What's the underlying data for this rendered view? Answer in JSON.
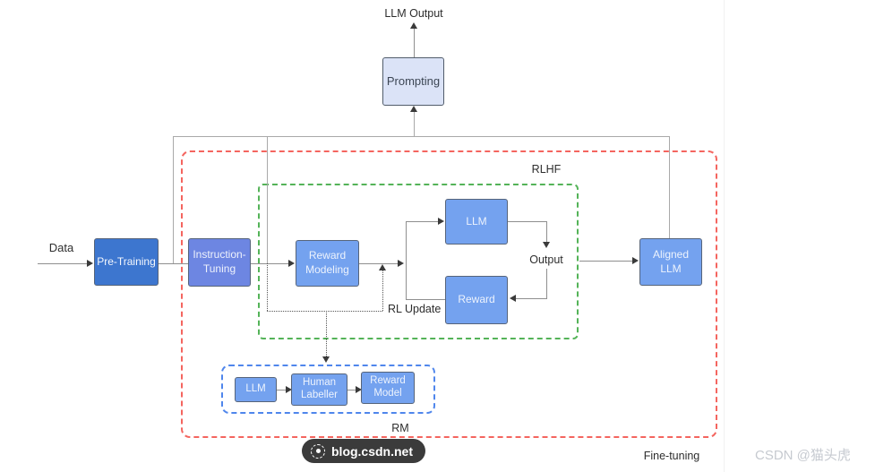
{
  "boxes": {
    "prompting": "Prompting",
    "pre_training": "Pre-Training",
    "instruction_tuning": "Instruction-Tuning",
    "reward_modeling": "Reward Modeling",
    "llm": "LLM",
    "reward": "Reward",
    "aligned_llm": "Aligned LLM",
    "rm_llm": "LLM",
    "human_labeller": "Human Labeller",
    "reward_model": "Reward Model"
  },
  "labels": {
    "llm_output": "LLM Output",
    "data": "Data",
    "output": "Output",
    "rl_update": "RL Update",
    "rlhf": "RLHF",
    "rm": "RM",
    "fine_tuning": "Fine-tuning"
  },
  "watermark": {
    "pill_text": "blog.csdn.net",
    "credit": "CSDN @猫头虎"
  },
  "colors": {
    "fine_tuning_border": "#f4655f",
    "rlhf_border": "#54b358",
    "rm_border": "#4f86ec",
    "pre_training_fill": "#3d76cf",
    "instruction_tuning_fill": "#6d86e2",
    "cornflower_fill": "#74a2ef",
    "prompting_fill": "#dbe3f7",
    "watermark_bg": "#3b3b3b"
  }
}
